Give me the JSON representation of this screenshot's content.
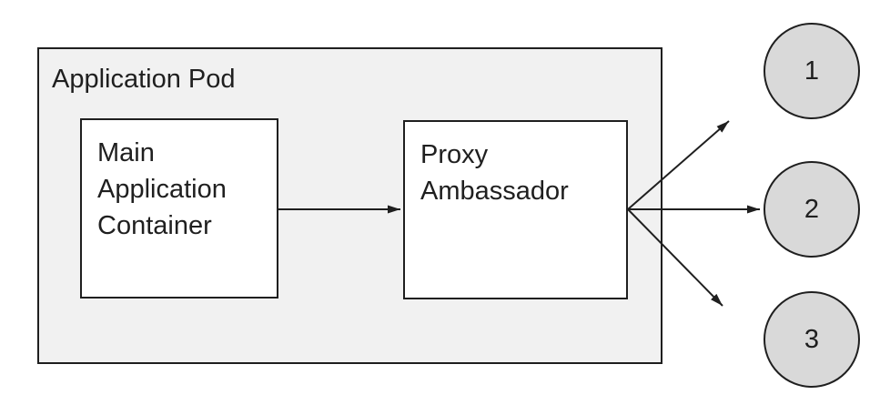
{
  "diagram": {
    "pod_label": "Application Pod",
    "nodes": {
      "main": {
        "label": "Main Application Container"
      },
      "proxy": {
        "label": "Proxy Ambassador"
      }
    },
    "endpoints": [
      {
        "label": "1"
      },
      {
        "label": "2"
      },
      {
        "label": "3"
      }
    ],
    "edges": [
      {
        "from": "main-application-container",
        "to": "proxy-ambassador",
        "style": "arrow"
      },
      {
        "from": "proxy-ambassador",
        "to": "endpoint-1",
        "style": "arrow"
      },
      {
        "from": "proxy-ambassador",
        "to": "endpoint-2",
        "style": "arrow"
      },
      {
        "from": "proxy-ambassador",
        "to": "endpoint-3",
        "style": "arrow"
      }
    ],
    "colors": {
      "canvas_background": "#ffffff",
      "pod_fill": "#f1f1f1",
      "node_fill": "#ffffff",
      "endpoint_fill": "#d9d9d9",
      "stroke": "#1f1f1f"
    }
  }
}
